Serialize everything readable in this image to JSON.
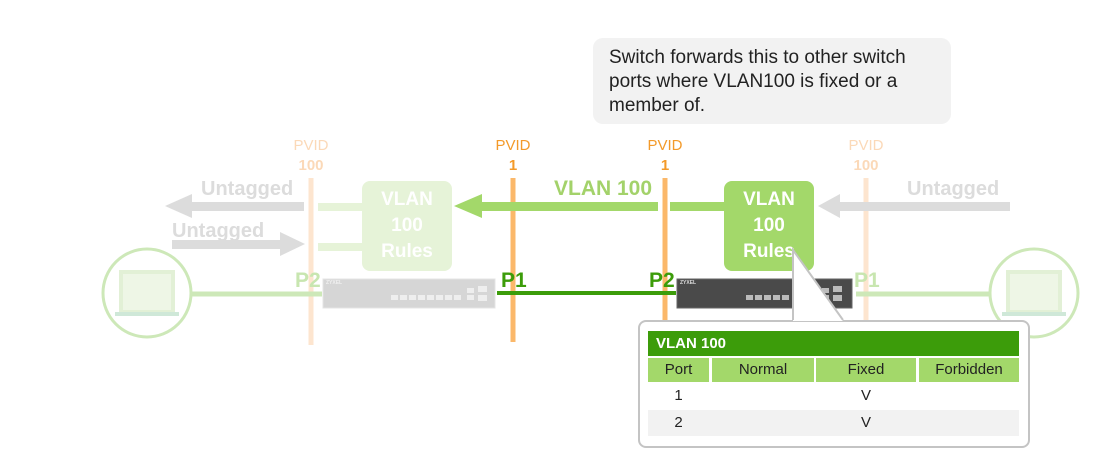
{
  "callout": {
    "text": "Switch forwards this to other switch ports where VLAN100 is fixed or a member of."
  },
  "pvids": [
    {
      "label": "PVID",
      "value": "100",
      "state": "faded"
    },
    {
      "label": "PVID",
      "value": "1",
      "state": "active"
    },
    {
      "label": "PVID",
      "value": "1",
      "state": "active"
    },
    {
      "label": "PVID",
      "value": "100",
      "state": "faded"
    }
  ],
  "arrows": {
    "left_out": "Untagged",
    "left_in": "Untagged",
    "right_in": "Untagged",
    "vlan": "VLAN 100"
  },
  "rules_boxes": [
    {
      "line1": "VLAN",
      "line2": "100",
      "line3": "Rules",
      "state": "faded"
    },
    {
      "line1": "VLAN",
      "line2": "100",
      "line3": "Rules",
      "state": "active"
    }
  ],
  "ports": {
    "left_switch_p2": "P2",
    "left_switch_p1": "P1",
    "right_switch_p2": "P2",
    "right_switch_p1": "P1"
  },
  "switch_brand": "ZYXEL",
  "vlan_table": {
    "title": "VLAN 100",
    "columns": [
      "Port",
      "Normal",
      "Fixed",
      "Forbidden"
    ],
    "rows": [
      {
        "port": "1",
        "normal": "",
        "fixed": "V",
        "forbidden": ""
      },
      {
        "port": "2",
        "normal": "",
        "fixed": "V",
        "forbidden": ""
      }
    ]
  },
  "colors": {
    "vlan_green": "#a3d86a",
    "link_green": "#3c9c0a",
    "pvid_orange": "#f39a2a",
    "untagged_gray": "#dcdcdc"
  }
}
